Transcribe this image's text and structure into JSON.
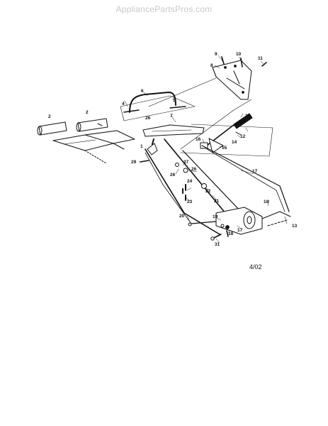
{
  "watermark": "AppliancePartsPros.com",
  "date_code": "4/02",
  "part_callouts": [
    "1",
    "2",
    "2",
    "3",
    "3",
    "4",
    "5",
    "6",
    "7",
    "8",
    "9",
    "10",
    "11",
    "11",
    "12",
    "13",
    "14",
    "15",
    "16",
    "17",
    "18",
    "19",
    "20",
    "21",
    "22",
    "23",
    "24",
    "25",
    "26",
    "26",
    "27",
    "29",
    "31"
  ]
}
